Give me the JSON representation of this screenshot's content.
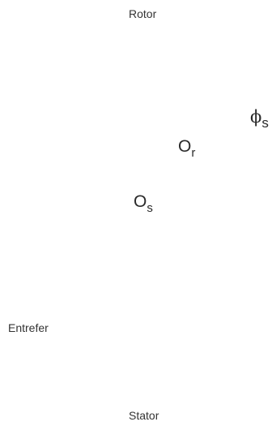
{
  "labels": {
    "rotor": "Rotor",
    "entrefer": "Entrefer",
    "stator": "Stator",
    "phi_s": {
      "symbol": "ϕ",
      "subscript": "s"
    },
    "o_r": {
      "symbol": "O",
      "subscript": "r"
    },
    "o_s": {
      "symbol": "O",
      "subscript": "s"
    }
  }
}
